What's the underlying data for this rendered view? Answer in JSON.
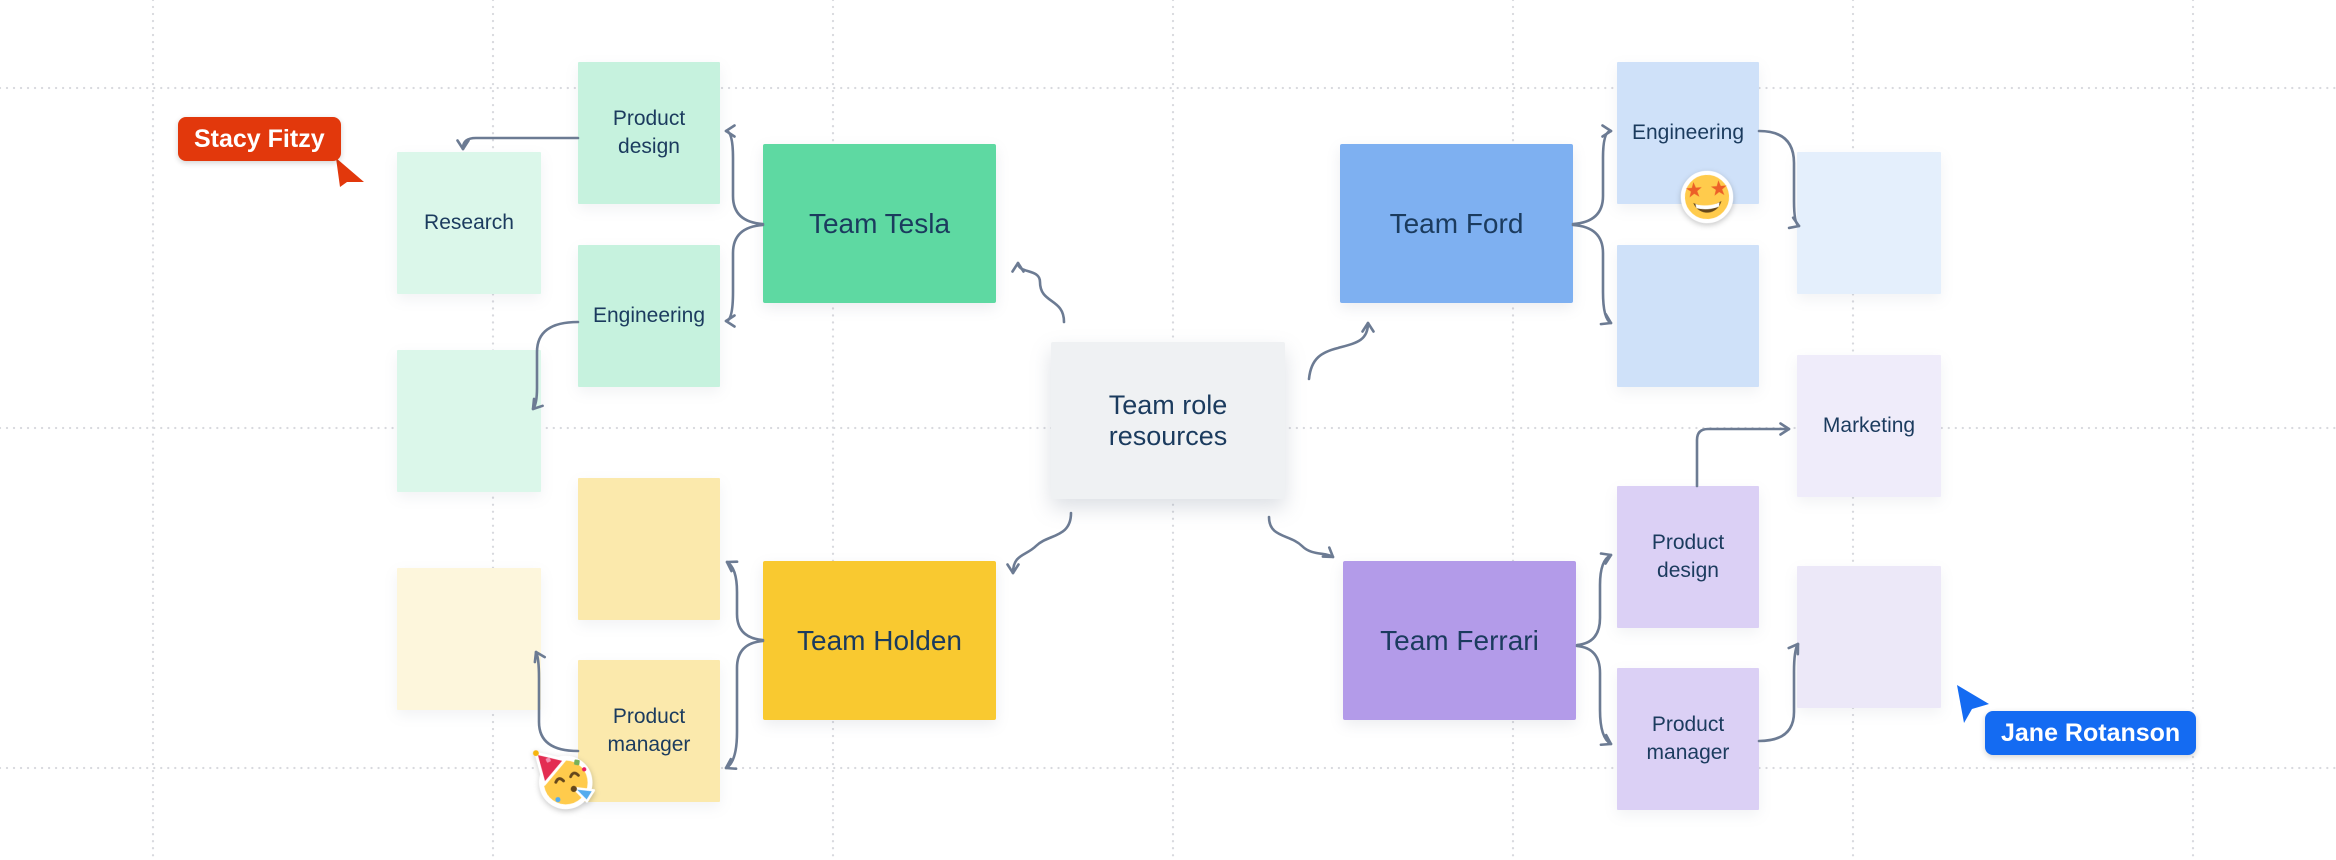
{
  "board": {
    "app_context": "collaborative-whiteboard-canvas",
    "center_node": {
      "label": "Team role resources",
      "color": "#EFF1F3"
    },
    "teams": {
      "tesla": {
        "label": "Team Tesla",
        "color": "#5ED9A2"
      },
      "holden": {
        "label": "Team Holden",
        "color": "#F9C930"
      },
      "ford": {
        "label": "Team Ford",
        "color": "#7EB0F1"
      },
      "ferrari": {
        "label": "Team Ferrari",
        "color": "#B39BE9"
      }
    },
    "notes": {
      "research": {
        "label": "Research",
        "color": "#DBF7EA"
      },
      "tesla_product_design": {
        "label": "Product design",
        "color": "#C6F2DE"
      },
      "tesla_engineering": {
        "label": "Engineering",
        "color": "#C6F2DE"
      },
      "mint_blank": {
        "label": "",
        "color": "#DBF7EA"
      },
      "holden_blank": {
        "label": "",
        "color": "#FBE9AC"
      },
      "holden_product_manager": {
        "label": "Product manager",
        "color": "#FBE9AC"
      },
      "cream_blank": {
        "label": "",
        "color": "#FDF6DC"
      },
      "ford_engineering": {
        "label": "Engineering",
        "color": "#CFE1F9"
      },
      "ford_blank": {
        "label": "",
        "color": "#CFE1F9"
      },
      "paleblue_blank": {
        "label": "",
        "color": "#E4EFFC"
      },
      "marketing": {
        "label": "Marketing",
        "color": "#EFECFA"
      },
      "ferrari_product_design": {
        "label": "Product design",
        "color": "#DBD0F5"
      },
      "ferrari_product_manager": {
        "label": "Product manager",
        "color": "#DBD0F5"
      },
      "lavender_blank": {
        "label": "",
        "color": "#ECE8F8"
      }
    },
    "cursors": {
      "stacy": {
        "name": "Stacy Fitzy",
        "color": "#E2380C"
      },
      "jane": {
        "name": "Jane Rotanson",
        "color": "#146BF2"
      }
    },
    "stickers": {
      "star_struck": {
        "name": "star-struck-emoji"
      },
      "partying": {
        "name": "partying-face-emoji"
      }
    },
    "style": {
      "connector_color": "#6C7B93",
      "text_color": "#1B3B5E",
      "grid_dot_color": "#D8D9DE",
      "background": "#FFFFFF"
    }
  }
}
